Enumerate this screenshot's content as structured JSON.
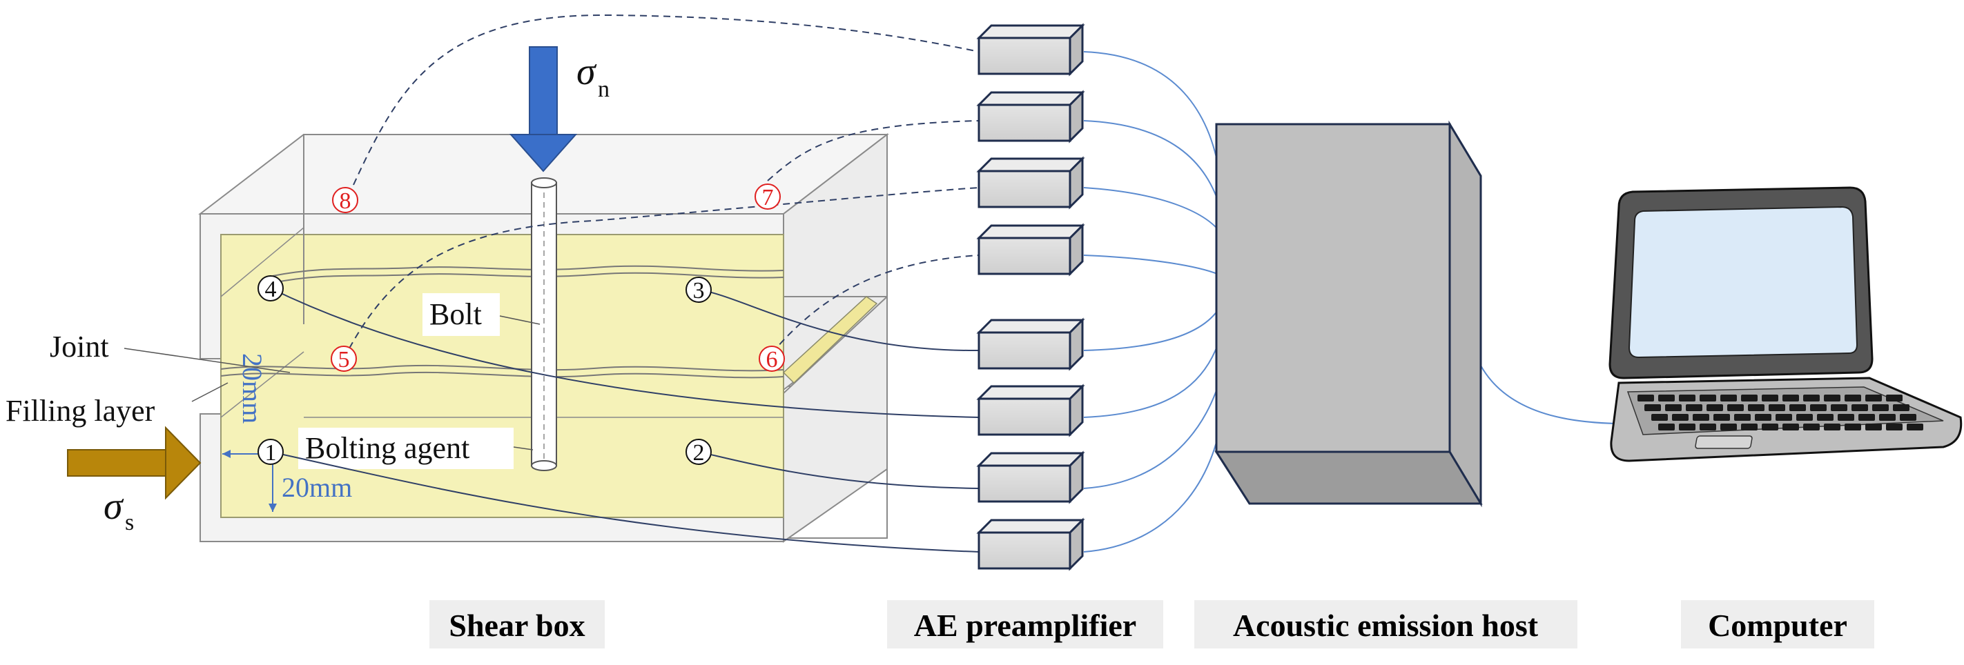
{
  "labels": {
    "sigma_n": "σ",
    "sigma_n_sub": "n",
    "sigma_s": "σ",
    "sigma_s_sub": "s",
    "bolt": "Bolt",
    "joint": "Joint",
    "filling_layer": "Filling layer",
    "bolting_agent": "Bolting agent",
    "dim_vertical": "20mm",
    "dim_horizontal": "20mm"
  },
  "sensors": [
    {
      "id": "1",
      "glyph": "①"
    },
    {
      "id": "2",
      "glyph": "②"
    },
    {
      "id": "3",
      "glyph": "③"
    },
    {
      "id": "4",
      "glyph": "④"
    },
    {
      "id": "5",
      "glyph": "⑤"
    },
    {
      "id": "6",
      "glyph": "⑥"
    },
    {
      "id": "7",
      "glyph": "⑦"
    },
    {
      "id": "8",
      "glyph": "⑧"
    }
  ],
  "captions": {
    "shear_box": "Shear box",
    "ae_preamplifier": "AE preamplifier",
    "acoustic_emission_host": "Acoustic emission host",
    "computer": "Computer"
  },
  "colors": {
    "red_sensor": "#e02020",
    "black_sensor": "#111111",
    "filling": "#f5f2b8",
    "box_edge": "#8a8a8a",
    "preamp_fill": "#d9d9d9",
    "preamp_edge": "#1f2d4d",
    "host_fill": "#c0c0c0",
    "blue_line": "#5b8bd0",
    "arrow_blue": "#3a6fc9",
    "arrow_gold": "#b8860b",
    "screen": "#dbeaf8"
  }
}
